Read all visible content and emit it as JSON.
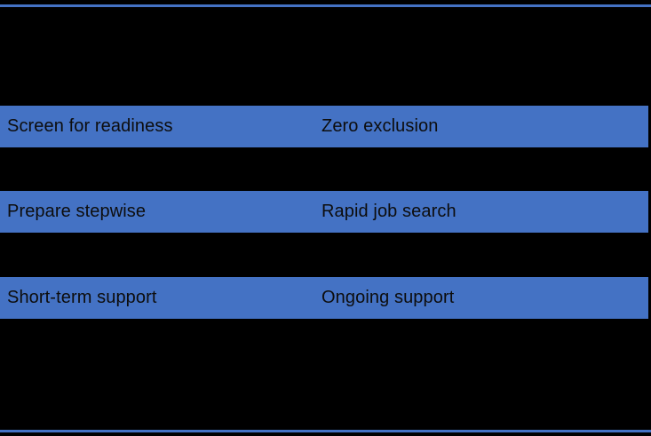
{
  "slide": {
    "background_color": "#000000",
    "accent_color": "#4472C4",
    "text_color": "#0d0d0d",
    "rows": [
      {
        "left_label": "Screen for readiness",
        "right_label": "Zero exclusion"
      },
      {
        "left_label": "Prepare stepwise",
        "right_label": "Rapid job search"
      },
      {
        "left_label": "Short-term support",
        "right_label": "Ongoing support"
      }
    ]
  }
}
